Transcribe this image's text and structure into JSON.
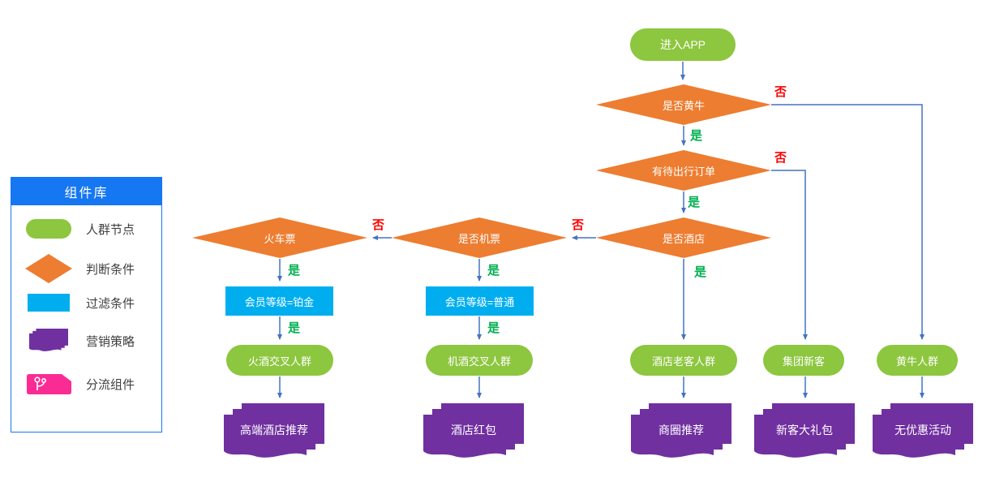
{
  "legend": {
    "title": "组件库",
    "items": [
      {
        "label": "人群节点",
        "shape": "pill",
        "color": "#8DC63F"
      },
      {
        "label": "判断条件",
        "shape": "diamond",
        "color": "#ED7D31"
      },
      {
        "label": "过滤条件",
        "shape": "rect",
        "color": "#00AEEF"
      },
      {
        "label": "营销策略",
        "shape": "multidoc",
        "color": "#7030A0"
      },
      {
        "label": "分流组件",
        "shape": "split",
        "color": "#FB2B94"
      }
    ]
  },
  "flow": {
    "start": {
      "label": "进入APP"
    },
    "decisions": [
      {
        "label": "是否黄牛"
      },
      {
        "label": "有待出行订单"
      },
      {
        "label": "是否酒店"
      },
      {
        "label": "是否机票"
      },
      {
        "label": "火车票"
      }
    ],
    "filters": [
      {
        "label": "会员等级=铂金"
      },
      {
        "label": "会员等级=普通"
      }
    ],
    "audiences": [
      {
        "label": "火酒交叉人群"
      },
      {
        "label": "机酒交叉人群"
      },
      {
        "label": "酒店老客人群"
      },
      {
        "label": "集团新客"
      },
      {
        "label": "黄牛人群"
      }
    ],
    "strategies": [
      {
        "label": "高端酒店推荐"
      },
      {
        "label": "酒店红包"
      },
      {
        "label": "商圈推荐"
      },
      {
        "label": "新客大礼包"
      },
      {
        "label": "无优惠活动"
      }
    ]
  },
  "edge_labels": {
    "yes": "是",
    "no": "否"
  },
  "edges": [
    {
      "from": "进入APP",
      "to": "是否黄牛",
      "label": ""
    },
    {
      "from": "是否黄牛",
      "to": "有待出行订单",
      "label": "是"
    },
    {
      "from": "是否黄牛",
      "to": "黄牛人群",
      "label": "否"
    },
    {
      "from": "有待出行订单",
      "to": "是否酒店",
      "label": "是"
    },
    {
      "from": "有待出行订单",
      "to": "集团新客",
      "label": "否"
    },
    {
      "from": "是否酒店",
      "to": "酒店老客人群",
      "label": "是"
    },
    {
      "from": "是否酒店",
      "to": "是否机票",
      "label": "否"
    },
    {
      "from": "是否机票",
      "to": "会员等级=普通",
      "label": "是"
    },
    {
      "from": "是否机票",
      "to": "火车票",
      "label": "否"
    },
    {
      "from": "火车票",
      "to": "会员等级=铂金",
      "label": "是"
    },
    {
      "from": "会员等级=铂金",
      "to": "火酒交叉人群",
      "label": "是"
    },
    {
      "from": "会员等级=普通",
      "to": "机酒交叉人群",
      "label": "是"
    },
    {
      "from": "火酒交叉人群",
      "to": "高端酒店推荐",
      "label": ""
    },
    {
      "from": "机酒交叉人群",
      "to": "酒店红包",
      "label": ""
    },
    {
      "from": "酒店老客人群",
      "to": "商圈推荐",
      "label": ""
    },
    {
      "from": "集团新客",
      "to": "新客大礼包",
      "label": ""
    },
    {
      "from": "黄牛人群",
      "to": "无优惠活动",
      "label": ""
    }
  ],
  "colors": {
    "audience_green": "#8DC63F",
    "decision_orange": "#ED7D31",
    "filter_cyan": "#00AEEF",
    "strategy_purple": "#7030A0",
    "split_pink": "#FB2B94",
    "legend_blue": "#1677F2",
    "connector_blue": "#4472C4",
    "yes_green": "#00B050",
    "no_red": "#FF0000"
  }
}
